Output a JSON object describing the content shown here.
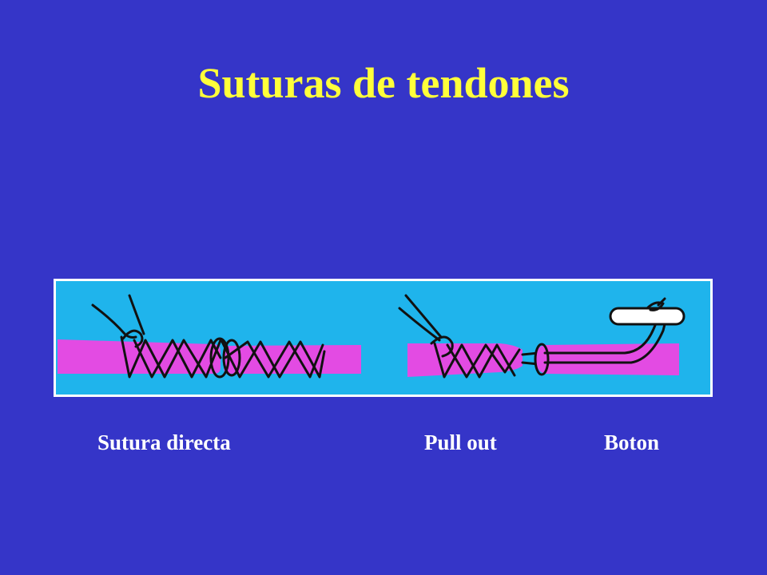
{
  "slide": {
    "title": "Suturas de tendones",
    "background_color": "#3535c8",
    "title_color": "#ffff3a"
  },
  "diagram": {
    "panel_color": "#1fb4ec",
    "tendon_color": "#e34be3",
    "suture_color": "#111111",
    "button_color": "#ffffff"
  },
  "captions": {
    "sutura_directa": "Sutura directa",
    "pull_out": "Pull out",
    "boton": "Boton"
  }
}
